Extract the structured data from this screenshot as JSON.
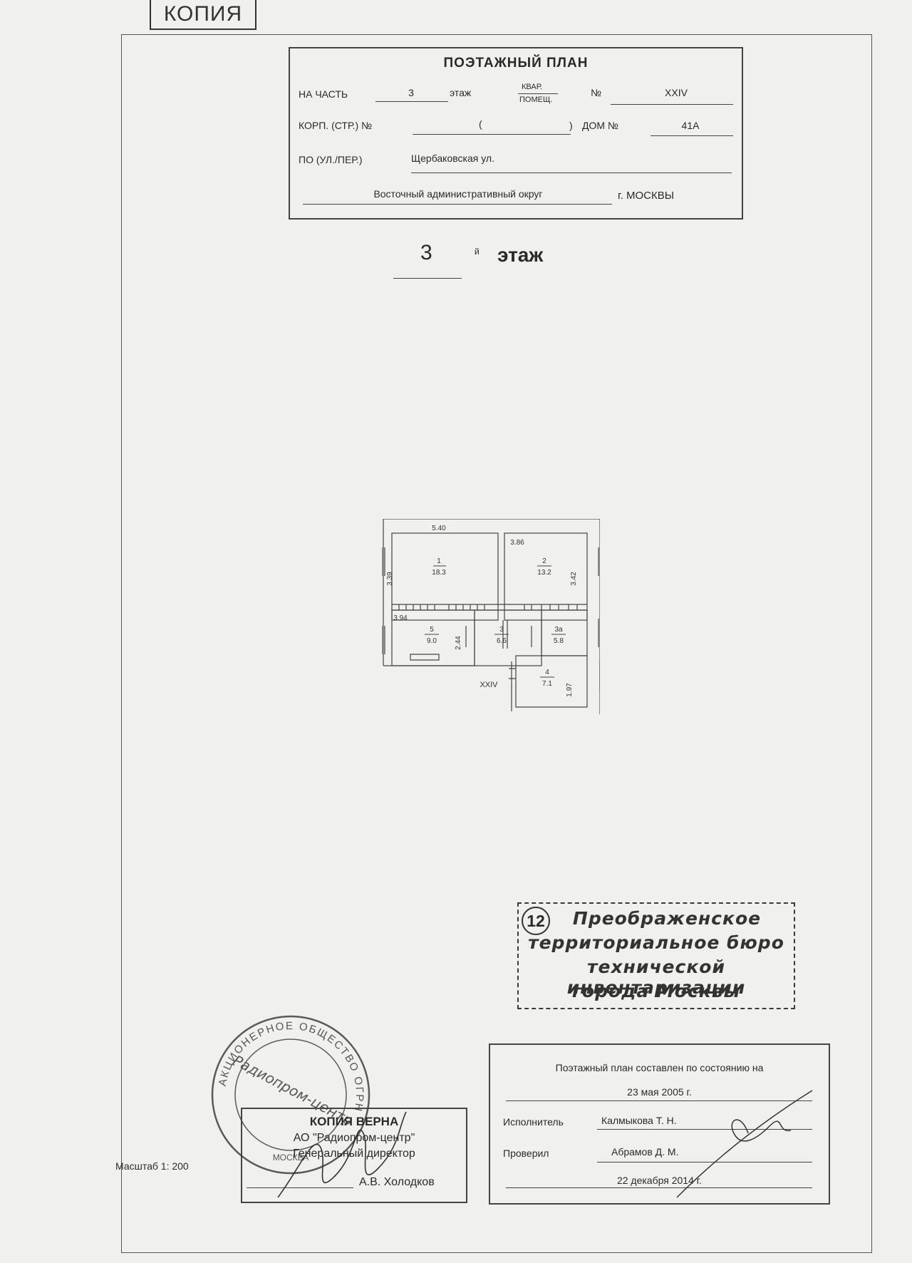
{
  "stamp_copy": "КОПИЯ",
  "header": {
    "title": "ПОЭТАЖНЫЙ ПЛАН",
    "na_chast_label": "НА ЧАСТЬ",
    "floor_value": "3",
    "etazh_label": "этаж",
    "kvar_label": "КВАР.",
    "pomesh_label": "ПОМЕЩ.",
    "no_label": "№",
    "no_value": "XXIV",
    "korp_label": "КОРП. (СТР.) №",
    "korp_open": "(",
    "korp_close": ")",
    "dom_label": "ДОМ №",
    "dom_value": "41А",
    "street_label": "ПО (УЛ./ПЕР.)",
    "street_value": "Щербаковская ул.",
    "district_value": "Восточный административный округ",
    "city_label": "г. МОСКВЫ"
  },
  "floor_heading": {
    "number": "3",
    "suffix": "й",
    "word": "этаж"
  },
  "plan": {
    "apartment_label": "XXIV",
    "rooms": [
      {
        "num": "1",
        "area": "18.3",
        "width": "5.40",
        "height": "3.39"
      },
      {
        "num": "2",
        "area": "13.2",
        "width": "3.86",
        "height": "3.42"
      },
      {
        "num": "5",
        "area": "9.0",
        "width": "3.94",
        "height": "2.44"
      },
      {
        "num": "3",
        "area": "6.6"
      },
      {
        "num": "3а",
        "area": "5.8"
      },
      {
        "num": "4",
        "area": "7.1",
        "height": "1.97"
      }
    ]
  },
  "bti_stamp": {
    "number": "12",
    "line1": "Преображенское",
    "line2": "территориальное бюро",
    "line3": "технической инвентаризации",
    "line4": "города Москвы"
  },
  "info_box": {
    "state_label": "Поэтажный план составлен по состоянию на",
    "state_date": "23 мая 2005 г.",
    "executor_label": "Исполнитель",
    "executor_name": "Калмыкова Т. Н.",
    "checked_label": "Проверил",
    "checked_name": "Абрамов Д. М.",
    "sign_date": "22 декабря 2014 г."
  },
  "certification": {
    "line1": "КОПИЯ ВЕРНА",
    "line2": "АО \"Радиопром-центр\"",
    "line3": "Генеральный директор",
    "name": "А.В. Холодков"
  },
  "seal_text": {
    "outer": "АКЦИОНЕРНОЕ ОБЩЕСТВО ОГРН",
    "center": "Радиопром-центр",
    "bottom": "МОСКВА"
  },
  "scale": "Масштаб 1: 200"
}
